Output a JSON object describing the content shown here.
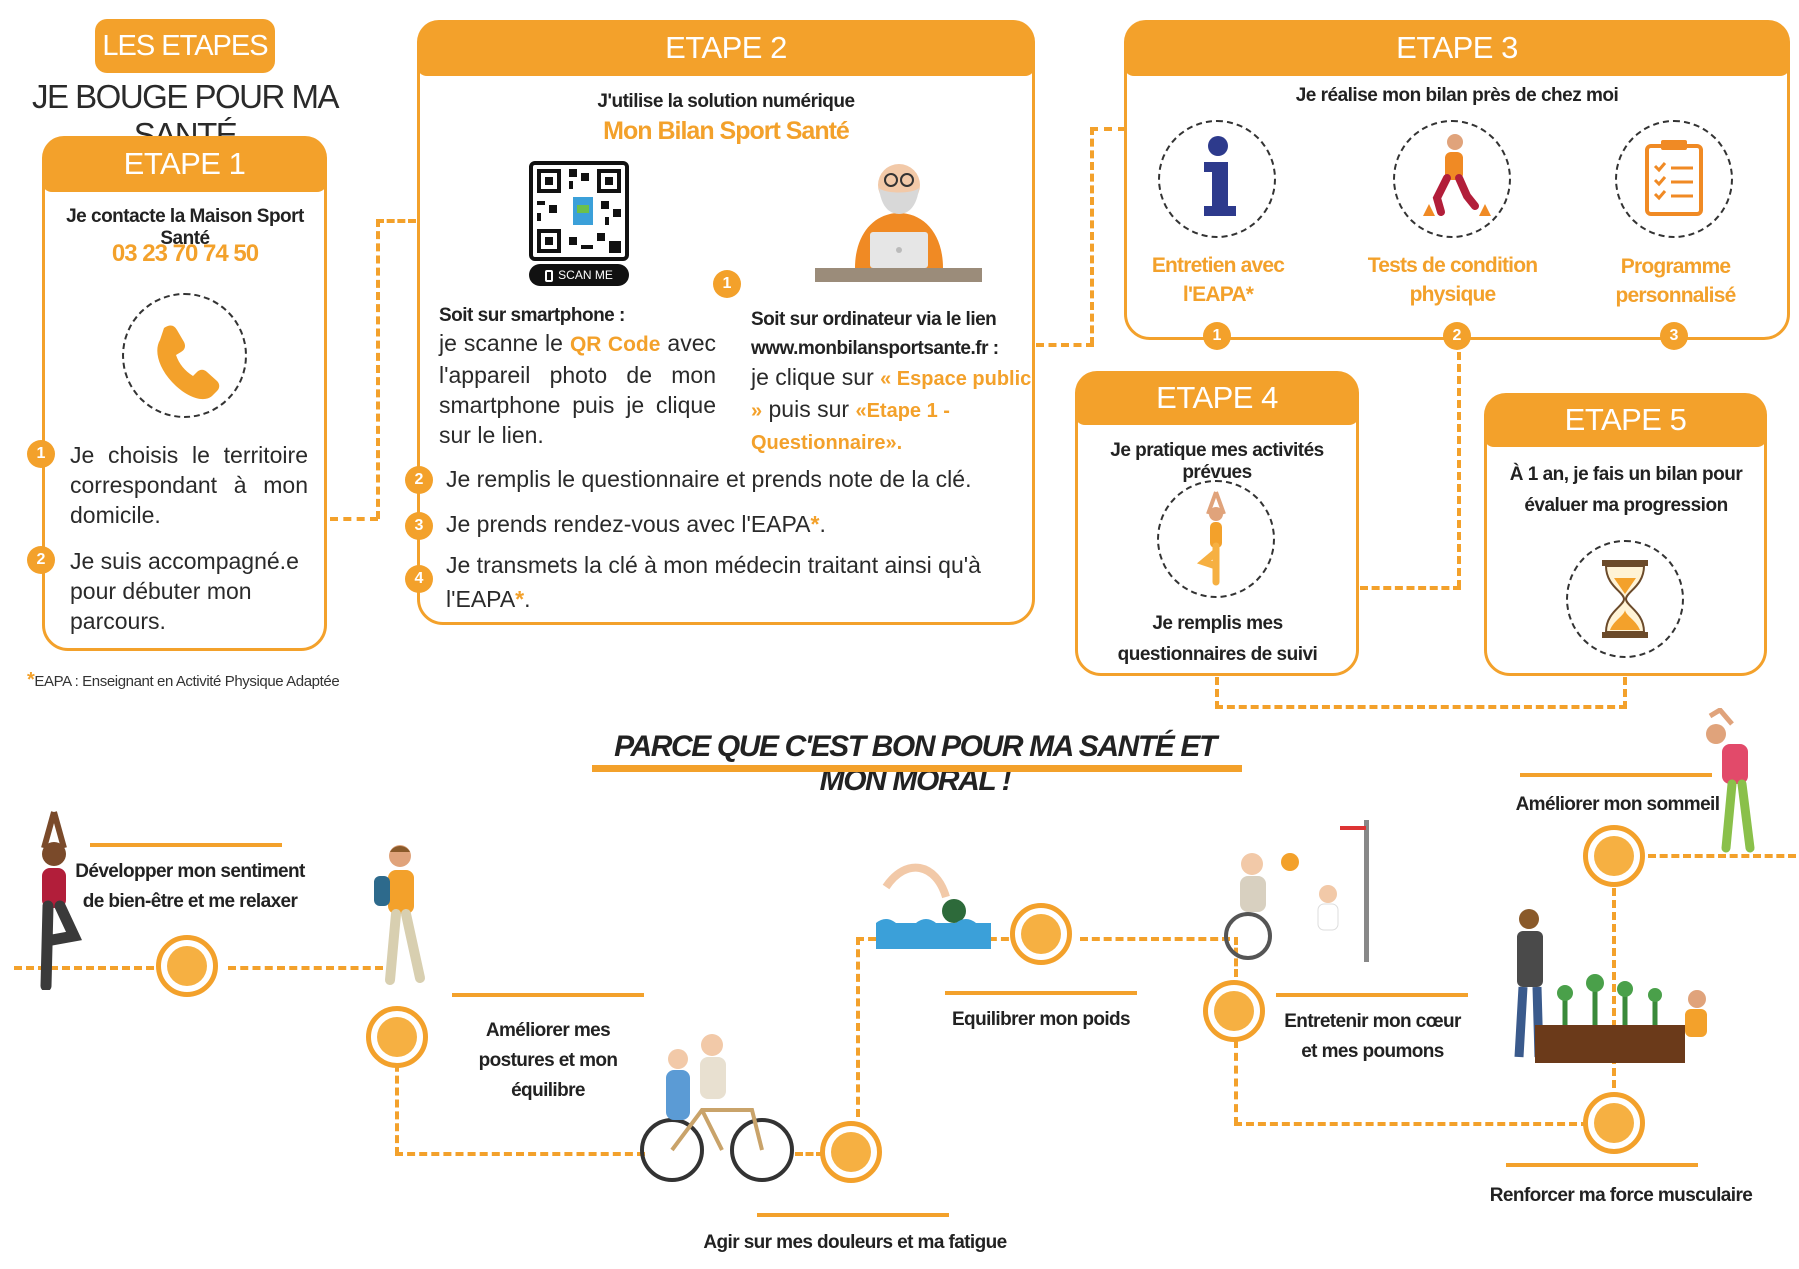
{
  "header": {
    "badge": "LES ETAPES",
    "title": "JE BOUGE POUR MA SANTÉ"
  },
  "etape1": {
    "title": "ETAPE 1",
    "contact": "Je contacte la Maison Sport Santé",
    "phone": "03 23 70 74 50",
    "item1_num": "1",
    "item1": "Je choisis le territoire correspondant à mon domicile.",
    "item2_num": "2",
    "item2": "Je suis accompagné.e pour débuter mon parcours."
  },
  "footnote": {
    "star": "*",
    "text": "EAPA : Enseignant en Activité Physique Adaptée"
  },
  "etape2": {
    "title": "ETAPE 2",
    "intro": "J'utilise la solution numérique",
    "product": "Mon Bilan Sport Santé",
    "scan_label": "SCAN ME",
    "smartphone_title": "Soit sur smartphone :",
    "smartphone_a": "je scanne le ",
    "smartphone_qr": "QR Code",
    "smartphone_b": " avec l'appareil photo de mon smartphone puis je clique sur le lien.",
    "computer_num": "1",
    "computer_title": "Soit sur ordinateur via le lien www.monbilansportsante.fr :",
    "computer_a": "je clique sur ",
    "computer_link1": "« Espace public »",
    "computer_b": " puis sur ",
    "computer_link2": "«Etape 1 - Questionnaire».",
    "step2_num": "2",
    "step2": "Je remplis le questionnaire et prends note de la clé.",
    "step3_num": "3",
    "step3": "Je prends rendez-vous avec l'EAPA",
    "step3_star": "*",
    "step3_end": ".",
    "step4_num": "4",
    "step4": "Je transmets la clé  à mon médecin traitant ainsi qu'à l'EAPA",
    "step4_star": "*",
    "step4_end": "."
  },
  "etape3": {
    "title": "ETAPE 3",
    "intro": "Je réalise mon bilan près de chez moi",
    "items": [
      {
        "num": "1",
        "label": "Entretien avec l'EAPA*"
      },
      {
        "num": "2",
        "label": "Tests de condition physique"
      },
      {
        "num": "3",
        "label": "Programme personnalisé"
      }
    ]
  },
  "etape4": {
    "title": "ETAPE 4",
    "top": "Je pratique mes  activités prévues",
    "bottom": "Je remplis mes questionnaires de suivi"
  },
  "etape5": {
    "title": "ETAPE 5",
    "text": "À 1 an, je fais un bilan pour évaluer ma progression"
  },
  "slogan": "PARCE QUE C'EST BON POUR MA SANTÉ ET MON MORAL !",
  "benefits": [
    "Développer mon sentiment de bien-être et me relaxer",
    "Améliorer mes postures et mon équilibre",
    "Agir sur mes douleurs et ma fatigue",
    "Equilibrer mon poids",
    "Entretenir mon cœur et mes poumons",
    "Renforcer ma force musculaire",
    "Améliorer mon sommeil"
  ],
  "colors": {
    "accent": "#f3a12b",
    "accent_light": "#f6b042",
    "text": "#2a2a2a",
    "icon_blue": "#2d3a8c"
  }
}
